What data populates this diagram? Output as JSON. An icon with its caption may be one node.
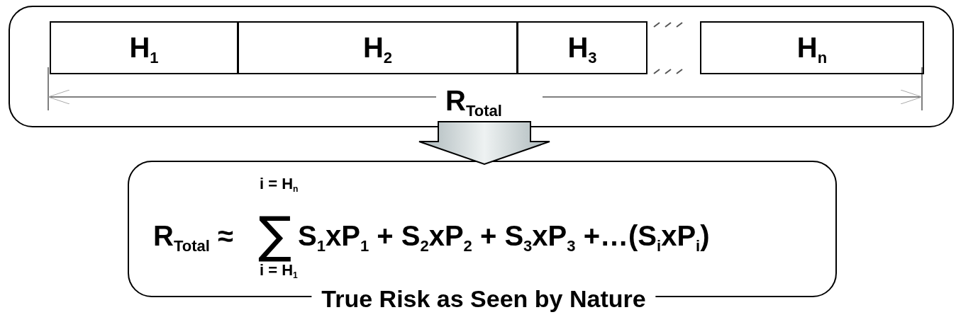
{
  "diagram": {
    "nodes": [
      {
        "text": [
          "R$_{Total}$"
        ]
      },
      {
        "text": [
          "H$_{1}$"
        ],
        "in": 0
      },
      {
        "text": [
          "H$_{2}$"
        ],
        "in": 0
      },
      {
        "text": [
          "H$_{3}$"
        ],
        "in": 0
      },
      {
        "text": [
          "H$_{n}$"
        ],
        "in": 0
      },
      {
        "text": [
          "i = H$_{n}$",
          "R$_{Total}$ ≈",
          "∑",
          "S$_{1}$xP$_{1}$ + S$_{2}$xP$_{2}$ + S$_{3}$xP$_{3}$ +…(S$_{i}$xP$_{i}$)",
          "i = H$_{1}$",
          "True Risk as Seen by Nature"
        ]
      }
    ],
    "edges": [
      {
        "from": 0,
        "to": 5,
        "arrow": "to"
      }
    ]
  }
}
